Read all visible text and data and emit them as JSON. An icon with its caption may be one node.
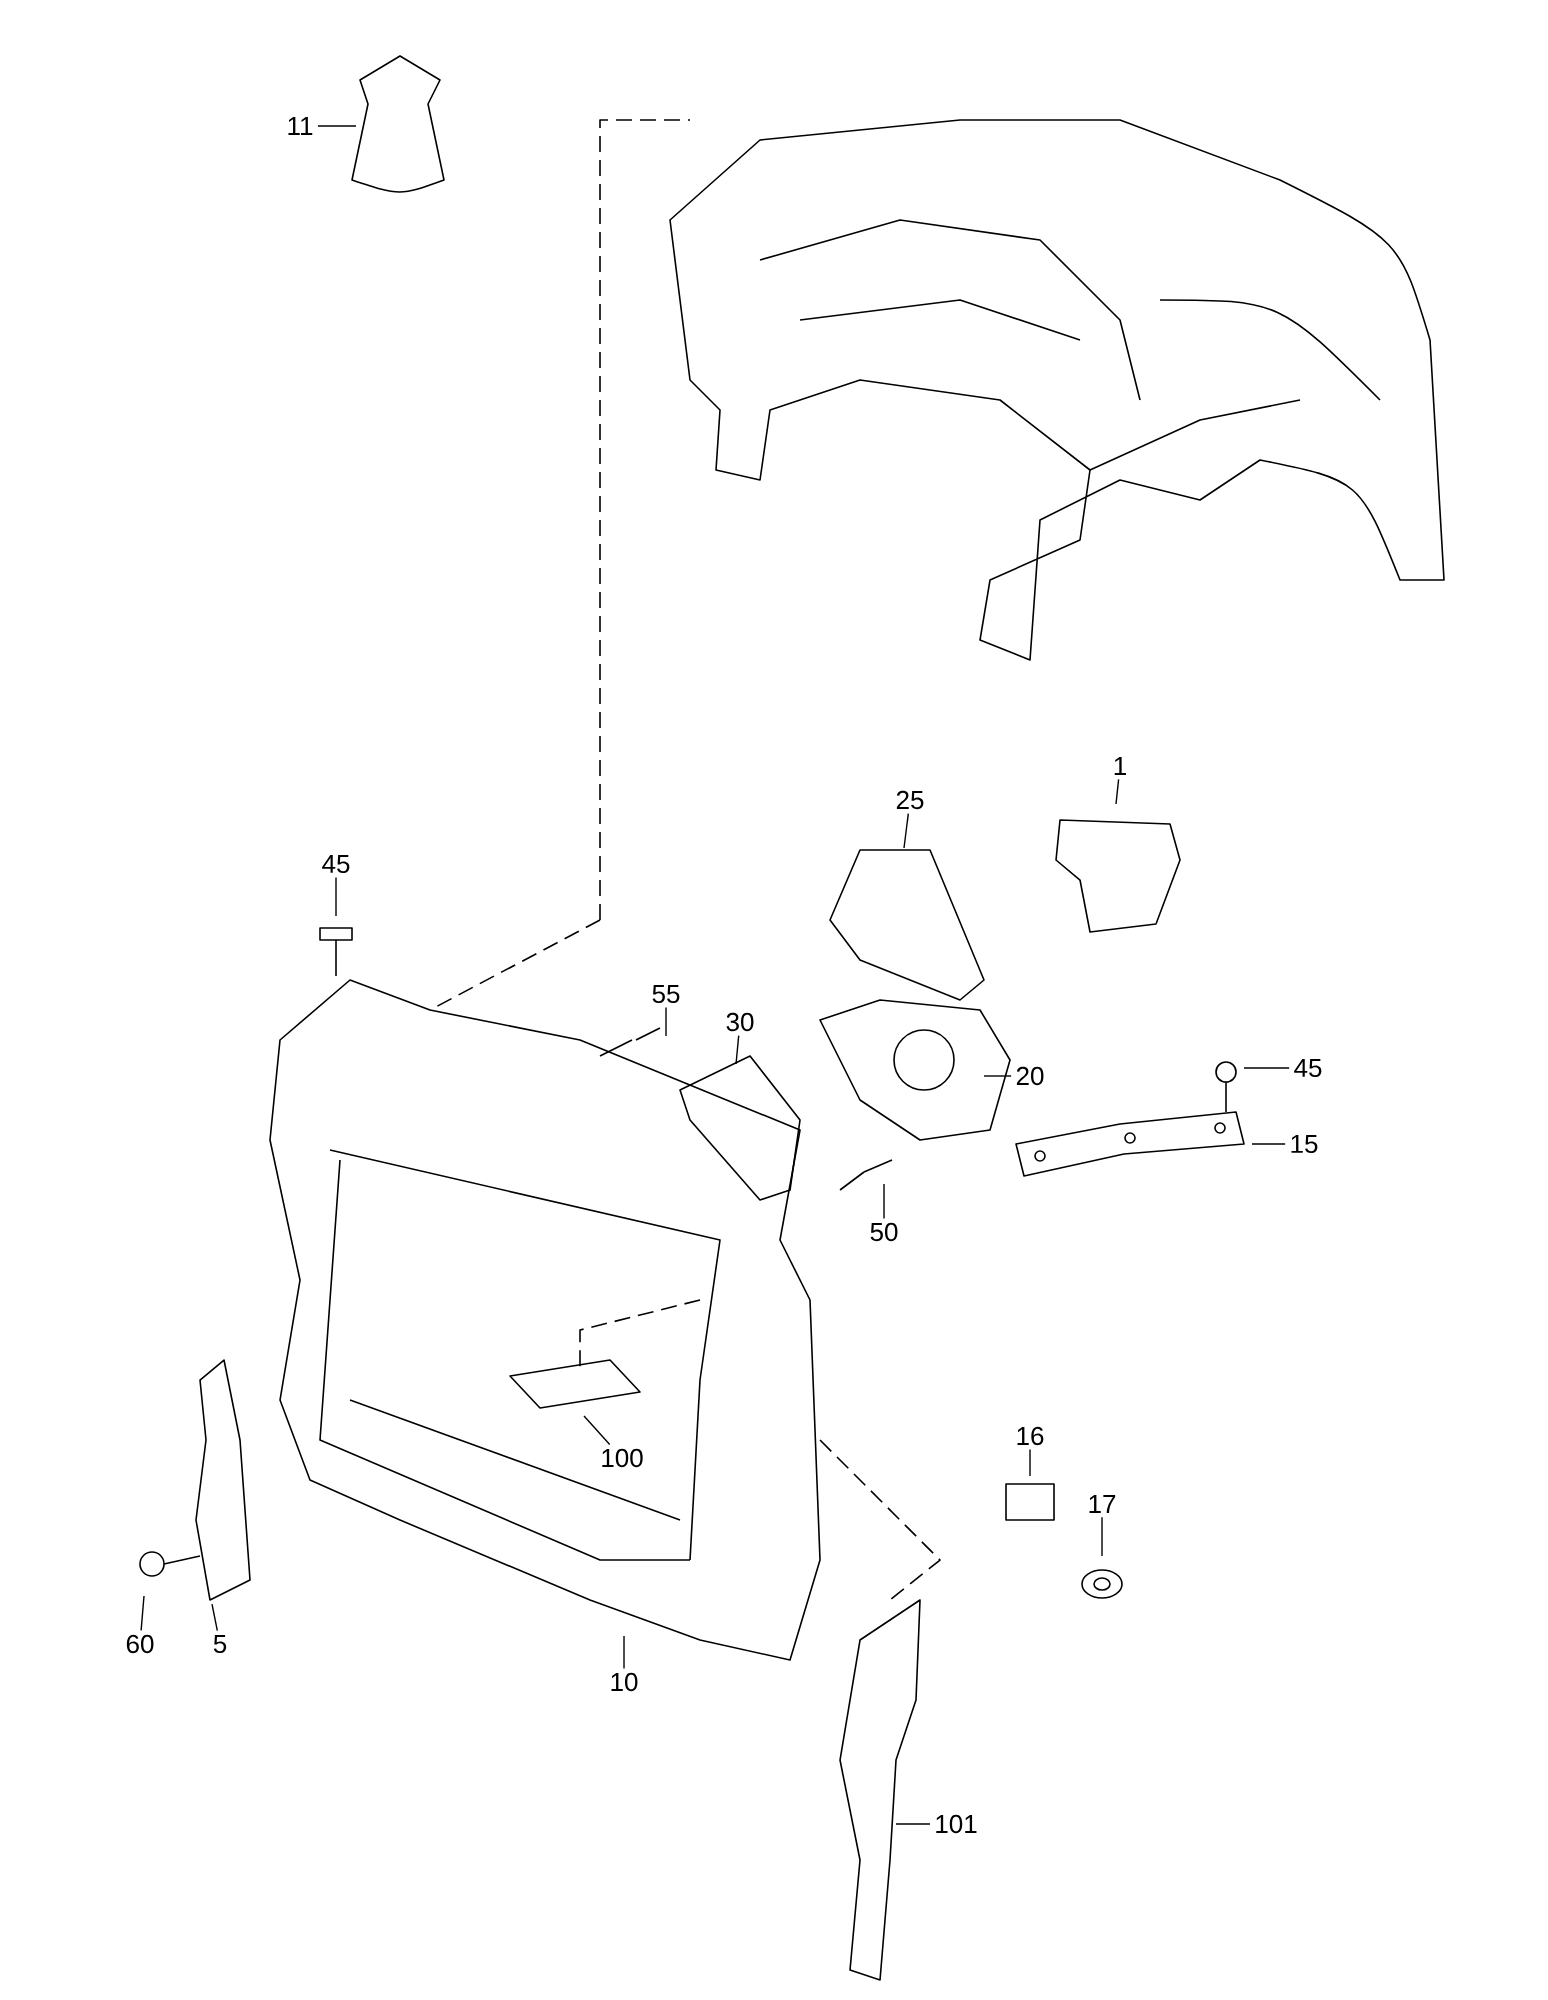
{
  "diagram": {
    "nodes": [
      {
        "text": [
          "11"
        ]
      },
      {
        "text": [
          "1"
        ]
      },
      {
        "text": [
          "25"
        ]
      },
      {
        "text": [
          "45"
        ]
      },
      {
        "text": [
          "55"
        ]
      },
      {
        "text": [
          "30"
        ]
      },
      {
        "text": [
          "20"
        ]
      },
      {
        "text": [
          "45"
        ]
      },
      {
        "text": [
          "15"
        ]
      },
      {
        "text": [
          "50"
        ]
      },
      {
        "text": [
          "100"
        ]
      },
      {
        "text": [
          "16"
        ]
      },
      {
        "text": [
          "17"
        ]
      },
      {
        "text": [
          "60"
        ]
      },
      {
        "text": [
          "5"
        ]
      },
      {
        "text": [
          "10"
        ]
      },
      {
        "text": [
          "101"
        ]
      }
    ],
    "edges": [
      {
        "from": 0,
        "to": null,
        "arrow": "none"
      },
      {
        "from": 1,
        "to": null,
        "arrow": "none"
      },
      {
        "from": 2,
        "to": null,
        "arrow": "none"
      },
      {
        "from": 3,
        "to": null,
        "arrow": "none"
      },
      {
        "from": 4,
        "to": null,
        "arrow": "none"
      },
      {
        "from": 5,
        "to": null,
        "arrow": "none"
      },
      {
        "from": 6,
        "to": null,
        "arrow": "none"
      },
      {
        "from": 7,
        "to": null,
        "arrow": "none"
      },
      {
        "from": 8,
        "to": null,
        "arrow": "none"
      },
      {
        "from": 9,
        "to": null,
        "arrow": "none"
      },
      {
        "from": 10,
        "to": null,
        "arrow": "none"
      },
      {
        "from": 11,
        "to": null,
        "arrow": "none"
      },
      {
        "from": 12,
        "to": null,
        "arrow": "none"
      },
      {
        "from": 13,
        "to": null,
        "arrow": "none"
      },
      {
        "from": 14,
        "to": null,
        "arrow": "none"
      },
      {
        "from": 15,
        "to": null,
        "arrow": "none"
      },
      {
        "from": 16,
        "to": null,
        "arrow": "none"
      }
    ]
  }
}
